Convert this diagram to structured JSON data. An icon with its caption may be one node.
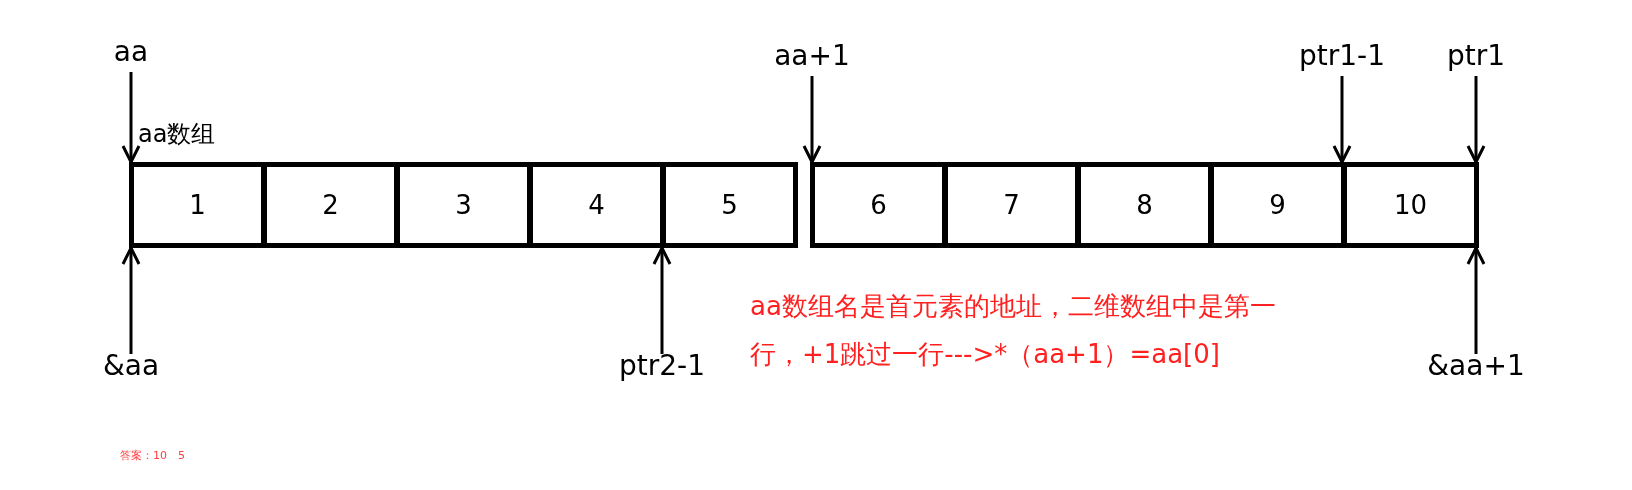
{
  "diagram": {
    "nodes": [
      {
        "text": [
          "aa"
        ]
      },
      {
        "text": [
          "aa+1"
        ]
      },
      {
        "text": [
          "ptr1-1"
        ]
      },
      {
        "text": [
          "ptr1"
        ]
      },
      {
        "text": [
          "1"
        ]
      },
      {
        "text": [
          "2"
        ]
      },
      {
        "text": [
          "3"
        ]
      },
      {
        "text": [
          "4"
        ]
      },
      {
        "text": [
          "5"
        ]
      },
      {
        "text": [
          "6"
        ]
      },
      {
        "text": [
          "7"
        ]
      },
      {
        "text": [
          "8"
        ]
      },
      {
        "text": [
          "9"
        ]
      },
      {
        "text": [
          "10"
        ]
      },
      {
        "text": [
          "&aa"
        ]
      },
      {
        "text": [
          "ptr2-1"
        ]
      },
      {
        "text": [
          "&aa+1"
        ]
      }
    ],
    "edges": [
      {
        "from": 0,
        "to": 4,
        "arrow": "to"
      },
      {
        "from": 1,
        "to": 9,
        "arrow": "to"
      },
      {
        "from": 2,
        "to": 13,
        "arrow": "to"
      },
      {
        "from": 3,
        "to": 13,
        "arrow": "to"
      },
      {
        "from": 14,
        "to": 4,
        "arrow": "to"
      },
      {
        "from": 15,
        "to": 8,
        "arrow": "to"
      },
      {
        "from": 16,
        "to": 13,
        "arrow": "to"
      }
    ],
    "labels": [
      "aa数组",
      "aa数组名是首元素的地址，二维数组中是第一行，+1跳过一行--->*（aa+1）=aa[0]",
      "答案：10　5"
    ]
  }
}
